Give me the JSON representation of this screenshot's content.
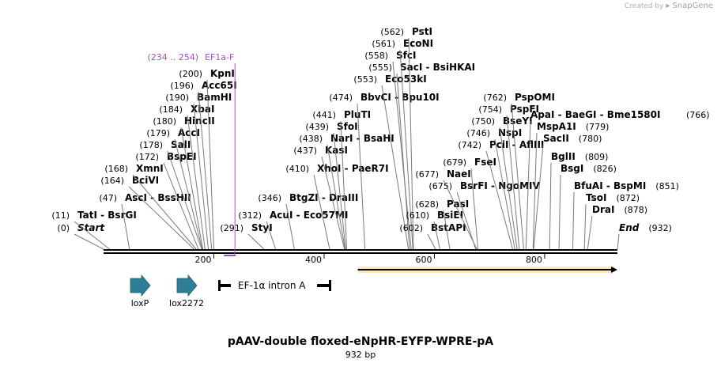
{
  "credit": {
    "prefix": "Created by",
    "brand": "SnapGene"
  },
  "title": "pAAV-double floxed-eNpHR-EYFP-WPRE-pA",
  "length_label": "932 bp",
  "sequence": {
    "length": 932
  },
  "ruler": {
    "ticks": [
      200,
      400,
      600,
      800
    ]
  },
  "primer": {
    "range": "(234 .. 254)",
    "name": "EF1a-F",
    "start": 234,
    "end": 254,
    "color": "#a64fc4"
  },
  "sites": [
    {
      "pos": "(0)",
      "name": "Start",
      "cut": 0,
      "ends": true
    },
    {
      "pos": "(11)",
      "name": "TatI  -  BsrGI",
      "cut": 11
    },
    {
      "pos": "(47)",
      "name": "AscI  -  BssHII",
      "cut": 47
    },
    {
      "pos": "(164)",
      "name": "BciVI",
      "cut": 164
    },
    {
      "pos": "(168)",
      "name": "XmnI",
      "cut": 168
    },
    {
      "pos": "(172)",
      "name": "BspEI",
      "cut": 172
    },
    {
      "pos": "(178)",
      "name": "SalI",
      "cut": 178
    },
    {
      "pos": "(179)",
      "name": "AccI",
      "cut": 179
    },
    {
      "pos": "(180)",
      "name": "HincII",
      "cut": 180
    },
    {
      "pos": "(184)",
      "name": "XbaI",
      "cut": 184
    },
    {
      "pos": "(190)",
      "name": "BamHI",
      "cut": 190
    },
    {
      "pos": "(196)",
      "name": "Acc65I",
      "cut": 196
    },
    {
      "pos": "(200)",
      "name": "KpnI",
      "cut": 200
    },
    {
      "pos": "(312)",
      "name": "AcuI  -  Eco57MI",
      "cut": 312
    },
    {
      "pos": "(291)",
      "name": "StyI",
      "cut": 291
    },
    {
      "pos": "(346)",
      "name": "BtgZI  -  DraIII",
      "cut": 346
    },
    {
      "pos": "(410)",
      "name": "XhoI  -  PaeR7I",
      "cut": 410
    },
    {
      "pos": "(437)",
      "name": "KasI",
      "cut": 437
    },
    {
      "pos": "(438)",
      "name": "NarI  -  BsaHI",
      "cut": 438
    },
    {
      "pos": "(439)",
      "name": "SfoI",
      "cut": 439
    },
    {
      "pos": "(441)",
      "name": "PluTI",
      "cut": 441
    },
    {
      "pos": "(474)",
      "name": "BbvCI  -  Bpu10I",
      "cut": 474
    },
    {
      "pos": "(553)",
      "name": "Eco53kI",
      "cut": 553
    },
    {
      "pos": "(555)",
      "name": "SacI  -  BsiHKAI",
      "cut": 555
    },
    {
      "pos": "(558)",
      "name": "SfcI",
      "cut": 558
    },
    {
      "pos": "(561)",
      "name": "EcoNI",
      "cut": 561
    },
    {
      "pos": "(562)",
      "name": "PstI",
      "cut": 562
    },
    {
      "pos": "(602)",
      "name": "BstAPI",
      "cut": 602
    },
    {
      "pos": "(610)",
      "name": "BsiEI",
      "cut": 610
    },
    {
      "pos": "(628)",
      "name": "PasI",
      "cut": 628
    },
    {
      "pos": "(675)",
      "name": "BsrFI  -  NgoMIV",
      "cut": 675
    },
    {
      "pos": "(677)",
      "name": "NaeI",
      "cut": 677
    },
    {
      "pos": "(679)",
      "name": "FseI",
      "cut": 679
    },
    {
      "pos": "(742)",
      "name": "PciI  -  AflIII",
      "cut": 742
    },
    {
      "pos": "(746)",
      "name": "NspI",
      "cut": 746
    },
    {
      "pos": "(750)",
      "name": "BseYI",
      "cut": 750
    },
    {
      "pos": "(754)",
      "name": "PspFI",
      "cut": 754
    },
    {
      "pos": "(762)",
      "name": "PspOMI",
      "cut": 762
    },
    {
      "pos": "(766)",
      "name": "ApaI  -  BaeGI  -  Bme1580I",
      "cut": 766,
      "posRight": true
    },
    {
      "pos": "(779)",
      "name": "MspA1I",
      "cut": 779,
      "posRight": true
    },
    {
      "pos": "(780)",
      "name": "SacII",
      "cut": 780,
      "posRight": true
    },
    {
      "pos": "(809)",
      "name": "BglII",
      "cut": 809,
      "posRight": true
    },
    {
      "pos": "(826)",
      "name": "BsgI",
      "cut": 826,
      "posRight": true
    },
    {
      "pos": "(851)",
      "name": "BfuAI  -  BspMI",
      "cut": 851,
      "posRight": true
    },
    {
      "pos": "(872)",
      "name": "TsoI",
      "cut": 872,
      "posRight": true
    },
    {
      "pos": "(878)",
      "name": "DraI",
      "cut": 878,
      "posRight": true
    },
    {
      "pos": "(932)",
      "name": "End",
      "cut": 932,
      "posRight": true,
      "ends": true
    }
  ],
  "features": [
    {
      "name": "loxP",
      "type": "arrow",
      "color": "#2e7f95"
    },
    {
      "name": "lox2272",
      "type": "arrow",
      "color": "#2e7f95"
    },
    {
      "name": "EF-1α intron A",
      "type": "intron"
    },
    {
      "name": "",
      "type": "orf",
      "color": "#f5a623",
      "start": 461,
      "end": 932
    }
  ]
}
